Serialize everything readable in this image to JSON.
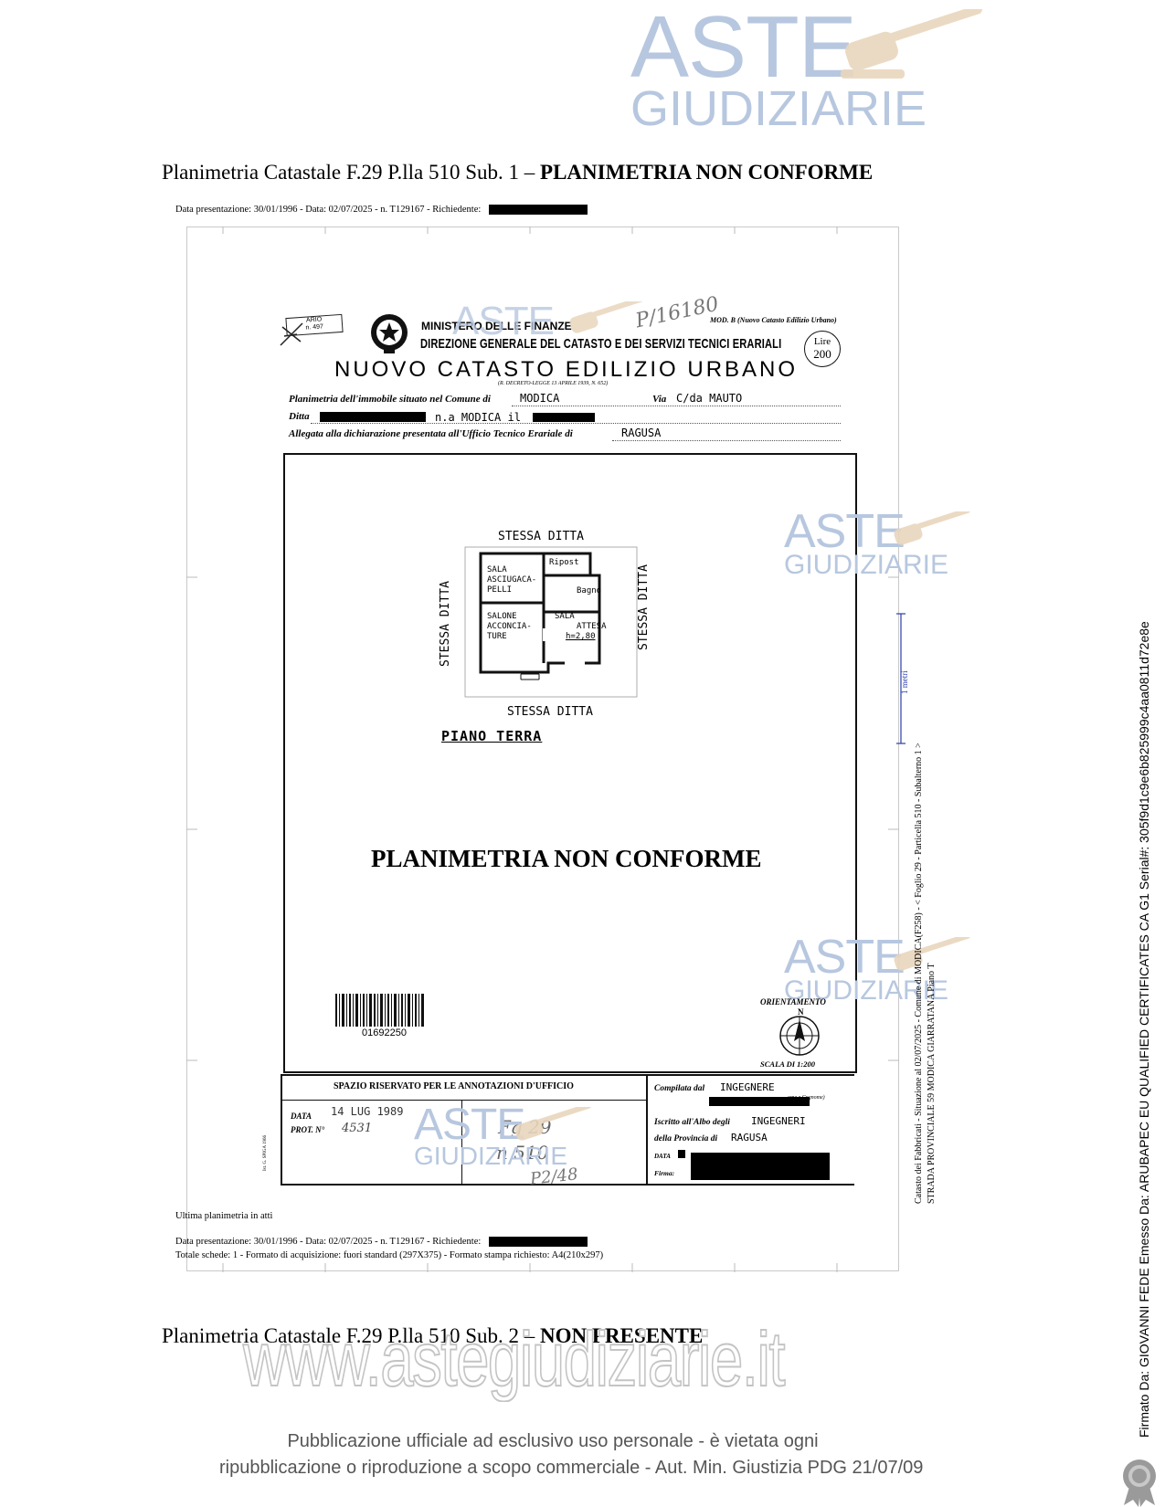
{
  "watermark": {
    "line1": "ASTE",
    "line2": "GIUDIZIARIE"
  },
  "heading1": {
    "prefix": "Planimetria Catastale F.29 P.lla 510 Sub. 1 – ",
    "bold": "PLANIMETRIA NON CONFORME"
  },
  "heading2": {
    "prefix": "Planimetria Catastale F.29 P.lla 510 Sub. 2 – ",
    "bold": "NON PRESENTE"
  },
  "sheet": {
    "top_meta": "Data presentazione: 30/01/1996 - Data: 02/07/2025 - n. T129167 - Richiedente:",
    "stamp_left": {
      "line1": "ARIO",
      "line2": "n. 497"
    },
    "ministry": "MINISTERO DELLE FINANZE",
    "direction": "DIREZIONE GENERALE DEL CATASTO E DEI SERVIZI TECNICI ERARIALI",
    "handwritten_top": "P/16180",
    "model": "MOD. B (Nuovo Catasto Edilizio Urbano)",
    "stamp_value": {
      "line1": "Lire",
      "line2": "200"
    },
    "catasto_title": "NUOVO CATASTO EDILIZIO URBANO",
    "decree": "(R. DECRETO-LEGGE 13 APRILE 1939, N. 652)",
    "row1": {
      "label": "Planimetria dell'immobile situato nel Comune di",
      "value": "MODICA",
      "via_label": "Via",
      "via_value": "C/da MAUTO"
    },
    "row2": {
      "label": "Ditta",
      "value": "n.a MODICA il"
    },
    "row3": {
      "label": "Allegata alla dichiarazione presentata all'Ufficio Tecnico Erariale di",
      "value": "RAGUSA"
    },
    "plan": {
      "top": "STESSA DITTA",
      "bottom": "STESSA DITTA",
      "left": "STESSA DITTA",
      "right": "STESSA DITTA",
      "rooms": [
        {
          "lines": [
            "SALA",
            "ASCIUGACA-",
            "PELLI"
          ]
        },
        {
          "lines": [
            "Ripost"
          ]
        },
        {
          "lines": [
            "Bagno"
          ]
        },
        {
          "lines": [
            "SALONE",
            "ACCONCIA-",
            "TURE"
          ]
        },
        {
          "lines": [
            "SALA",
            "ATTESA",
            "h=2,80"
          ]
        }
      ],
      "floor": "PIANO TERRA"
    },
    "non_conforme": "PLANIMETRIA NON CONFORME",
    "barcode_number": "01692250",
    "orientation": "ORIENTAMENTO",
    "north": "N",
    "scale": "SCALA DI 1:200",
    "reserved": {
      "title": "SPAZIO RISERVATO PER LE ANNOTAZIONI D'UFFICIO",
      "data_label": "DATA",
      "data_value": "14 LUG 1989",
      "prot_label": "PROT. N°",
      "prot_value": "4531",
      "hand1": "Fg 29",
      "hand2": "n 510",
      "hand3": "P2/48",
      "side_code": "Ist. G. SPIGA 1966"
    },
    "compiled": {
      "by_label": "Compilata dal",
      "by_value": "INGEGNERE",
      "name_suffix": "ome e Cognome)",
      "registry_label": "Iscritto all'Albo degli",
      "registry_value": "INGEGNERI",
      "province_label": "della Provincia di",
      "province_value": "RAGUSA",
      "date_label": "DATA",
      "sign_label": "Firma:"
    },
    "last_plan": "Ultima planimetria in atti",
    "bottom_meta1": "Data presentazione: 30/01/1996 - Data: 02/07/2025 - n. T129167 - Richiedente:",
    "bottom_meta2": "Totale schede: 1 - Formato di acquisizione: fuori standard (297X375) - Formato stampa richiesto: A4(210x297)",
    "side_info1": "Catasto dei Fabbricati - Situazione al 02/07/2025 - Comune di MODICA(F258) - < Foglio 29 - Particella 510 - Subalterno 1 >",
    "side_info2": "STRADA PROVINCIALE 59 MODICA GIARRATANA Piano T",
    "side_ruler": "1 metri"
  },
  "url": "www.astegiudiziarie.it",
  "publication": {
    "line1": "Pubblicazione ufficiale ad esclusivo uso personale - è vietata ogni",
    "line2": "ripubblicazione o riproduzione a scopo commerciale - Aut. Min. Giustizia PDG 21/07/09"
  },
  "signature": "Firmato Da: GIOVANNI FEDE Emesso Da: ARUBAPEC EU QUALIFIED CERTIFICATES CA G1 Serial#: 305f9d1c9e6b825999c4aa0811d72e8e",
  "icons": [
    "gavel-icon",
    "emblem-icon",
    "compass-icon",
    "seal-icon",
    "barcode-icon"
  ]
}
